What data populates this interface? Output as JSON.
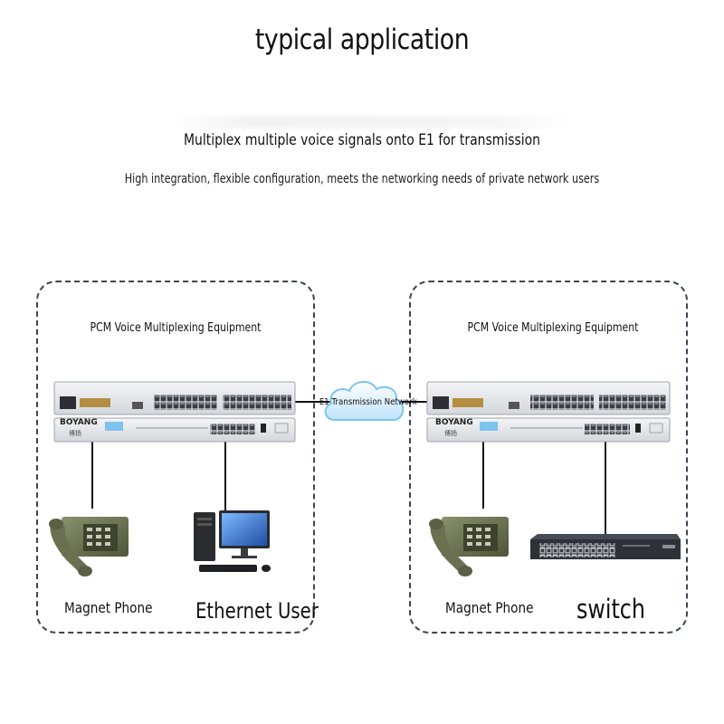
{
  "title": "typical application",
  "subtitle": "Multiplex multiple voice signals onto E1 for transmission",
  "tagline": "High integration, flexible configuration, meets the networking needs of private network users",
  "network": {
    "label": "E1 Transmission Network"
  },
  "sites": [
    {
      "equipment_label": "PCM Voice Multiplexing Equipment",
      "brand": "BOYANG",
      "brand_sub": "博扬",
      "endpoints": [
        {
          "label": "Magnet Phone",
          "icon": "field-phone-icon"
        },
        {
          "label": "Ethernet User",
          "icon": "desktop-computer-icon"
        }
      ]
    },
    {
      "equipment_label": "PCM Voice Multiplexing Equipment",
      "brand": "BOYANG",
      "brand_sub": "博扬",
      "endpoints": [
        {
          "label": "Magnet Phone",
          "icon": "field-phone-icon"
        },
        {
          "label": "switch",
          "icon": "network-switch-icon"
        }
      ]
    }
  ]
}
